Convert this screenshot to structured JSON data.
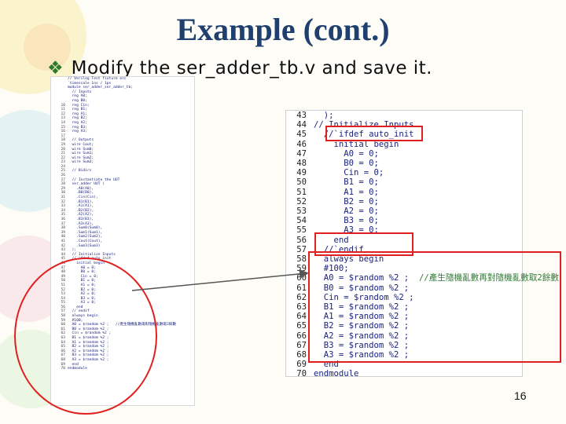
{
  "slide": {
    "title": "Example (cont.)",
    "bullet": "Modify the ser_adder_tb.v and save it.",
    "bullet_icon": "diamond-bullet-icon",
    "page_number": "16"
  },
  "colors": {
    "title": "#1f3f6e",
    "highlight": "#e02020",
    "code_keyword": "#1a237e",
    "code_comment": "#2e7d32"
  },
  "small_code": [
    {
      "n": "",
      "c": "// Verilog Test fixture erc"
    },
    {
      "n": "",
      "c": "`timescale 1ns / 1ps"
    },
    {
      "n": "",
      "c": ""
    },
    {
      "n": "",
      "c": "module ser_adder_ser_adder_tb;"
    },
    {
      "n": "",
      "c": ""
    },
    {
      "n": "",
      "c": "  // Inputs"
    },
    {
      "n": "",
      "c": "  reg A0;"
    },
    {
      "n": "",
      "c": "  reg B0;"
    },
    {
      "n": "10",
      "c": "  reg Cin;"
    },
    {
      "n": "11",
      "c": "  reg B1;"
    },
    {
      "n": "12",
      "c": "  reg A1;"
    },
    {
      "n": "13",
      "c": "  reg B2;"
    },
    {
      "n": "14",
      "c": "  reg A2;"
    },
    {
      "n": "15",
      "c": "  reg B3;"
    },
    {
      "n": "16",
      "c": "  reg A3;"
    },
    {
      "n": "17",
      "c": ""
    },
    {
      "n": "18",
      "c": "  // Outputs"
    },
    {
      "n": "19",
      "c": "  wire Cout;"
    },
    {
      "n": "20",
      "c": "  wire Sum0;"
    },
    {
      "n": "21",
      "c": "  wire Sum1;"
    },
    {
      "n": "22",
      "c": "  wire Sum2;"
    },
    {
      "n": "23",
      "c": "  wire Sum3;"
    },
    {
      "n": "24",
      "c": ""
    },
    {
      "n": "25",
      "c": "  // Bidirs"
    },
    {
      "n": "26",
      "c": ""
    },
    {
      "n": "27",
      "c": "  // Instantiate the UUT"
    },
    {
      "n": "28",
      "c": "  ser_adder UUT ("
    },
    {
      "n": "29",
      "c": "    .A0(A0),"
    },
    {
      "n": "30",
      "c": "    .B0(B0),"
    },
    {
      "n": "31",
      "c": "    .Cin(Cin),"
    },
    {
      "n": "32",
      "c": "    .B1(B1),"
    },
    {
      "n": "33",
      "c": "    .A1(A1),"
    },
    {
      "n": "34",
      "c": "    .B2(B2),"
    },
    {
      "n": "35",
      "c": "    .A2(A2),"
    },
    {
      "n": "36",
      "c": "    .B3(B3),"
    },
    {
      "n": "37",
      "c": "    .A3(A3),"
    },
    {
      "n": "38",
      "c": "    .Sum0(Sum0),"
    },
    {
      "n": "39",
      "c": "    .Sum1(Sum1),"
    },
    {
      "n": "40",
      "c": "    .Sum2(Sum2),"
    },
    {
      "n": "41",
      "c": "    .Cout(Cout),"
    },
    {
      "n": "42",
      "c": "    .Sum3(Sum3)"
    },
    {
      "n": "43",
      "c": "  );"
    },
    {
      "n": "44",
      "c": "  // Initialize Inputs"
    },
    {
      "n": "45",
      "c": "  //`ifdef auto_init"
    },
    {
      "n": "46",
      "c": "    initial begin"
    },
    {
      "n": "47",
      "c": "      A0 = 0;"
    },
    {
      "n": "48",
      "c": "      B0 = 0;"
    },
    {
      "n": "49",
      "c": "      Cin = 0;"
    },
    {
      "n": "50",
      "c": "      B1 = 0;"
    },
    {
      "n": "51",
      "c": "      A1 = 0;"
    },
    {
      "n": "52",
      "c": "      B2 = 0;"
    },
    {
      "n": "53",
      "c": "      A2 = 0;"
    },
    {
      "n": "54",
      "c": "      B3 = 0;"
    },
    {
      "n": "55",
      "c": "      A3 = 0;"
    },
    {
      "n": "56",
      "c": "    end"
    },
    {
      "n": "57",
      "c": "  //`endif"
    },
    {
      "n": "58",
      "c": "  always begin"
    },
    {
      "n": "59",
      "c": "  #100;"
    },
    {
      "n": "60",
      "c": "  A0 = $random %2 ;   //產生隨機亂數再對隨機亂數取2餘數"
    },
    {
      "n": "61",
      "c": "  B0 = $random %2 ;"
    },
    {
      "n": "62",
      "c": "  Cin = $random %2 ;"
    },
    {
      "n": "63",
      "c": "  B1 = $random %2 ;"
    },
    {
      "n": "64",
      "c": "  A1 = $random %2 ;"
    },
    {
      "n": "65",
      "c": "  B2 = $random %2 ;"
    },
    {
      "n": "66",
      "c": "  A2 = $random %2 ;"
    },
    {
      "n": "67",
      "c": "  B3 = $random %2 ;"
    },
    {
      "n": "68",
      "c": "  A3 = $random %2 ;"
    },
    {
      "n": "69",
      "c": "  end"
    },
    {
      "n": "70",
      "c": "endmodule"
    }
  ],
  "big_code": [
    {
      "n": "43",
      "c": "  );"
    },
    {
      "n": "44",
      "c": "// Initialize Inputs"
    },
    {
      "n": "45",
      "c": "  //`ifdef auto_init"
    },
    {
      "n": "46",
      "c": "    initial begin"
    },
    {
      "n": "47",
      "c": "      A0 = 0;"
    },
    {
      "n": "48",
      "c": "      B0 = 0;"
    },
    {
      "n": "49",
      "c": "      Cin = 0;"
    },
    {
      "n": "50",
      "c": "      B1 = 0;"
    },
    {
      "n": "51",
      "c": "      A1 = 0;"
    },
    {
      "n": "52",
      "c": "      B2 = 0;"
    },
    {
      "n": "53",
      "c": "      A2 = 0;"
    },
    {
      "n": "54",
      "c": "      B3 = 0;"
    },
    {
      "n": "55",
      "c": "      A3 = 0;"
    },
    {
      "n": "56",
      "c": "    end"
    },
    {
      "n": "57",
      "c": "  //`endif"
    },
    {
      "n": "58",
      "c": "  always begin"
    },
    {
      "n": "59",
      "c": "  #100;"
    },
    {
      "n": "60",
      "c": "  A0 = $random %2 ;",
      "cmt": "  //產生隨機亂數再對隨機亂數取2餘數"
    },
    {
      "n": "61",
      "c": "  B0 = $random %2 ;"
    },
    {
      "n": "62",
      "c": "  Cin = $random %2 ;"
    },
    {
      "n": "63",
      "c": "  B1 = $random %2 ;"
    },
    {
      "n": "64",
      "c": "  A1 = $random %2 ;"
    },
    {
      "n": "65",
      "c": "  B2 = $random %2 ;"
    },
    {
      "n": "66",
      "c": "  A2 = $random %2 ;"
    },
    {
      "n": "67",
      "c": "  B3 = $random %2 ;"
    },
    {
      "n": "68",
      "c": "  A3 = $random %2 ;"
    },
    {
      "n": "69",
      "c": "  end"
    },
    {
      "n": "70",
      "c": "endmodule"
    }
  ]
}
